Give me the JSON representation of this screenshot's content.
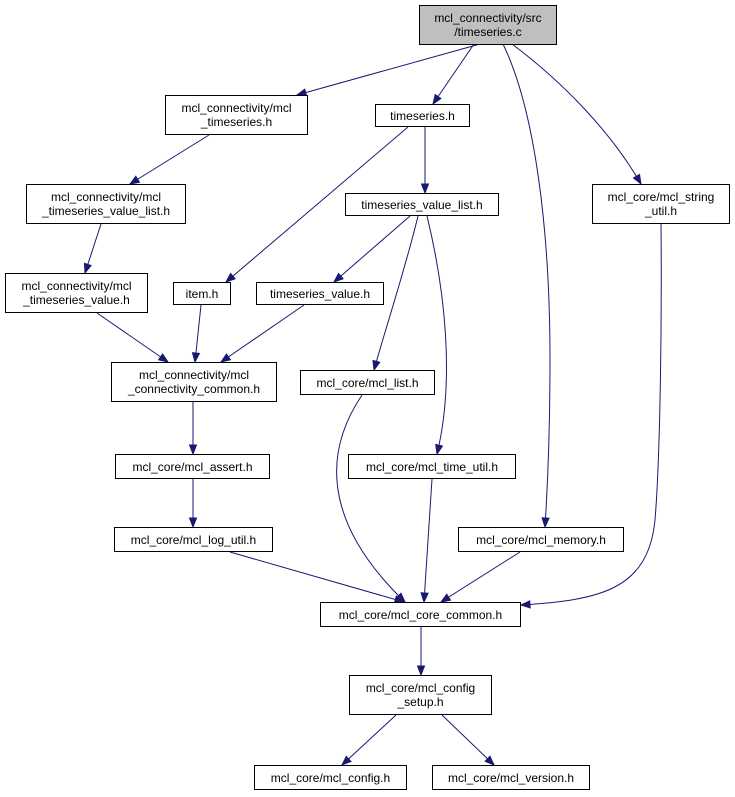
{
  "colors": {
    "edge": "#191970",
    "root_fill": "#bfbfbf",
    "node_fill": "#ffffff",
    "border": "#000000"
  },
  "nodes": {
    "root": {
      "lines": [
        "mcl_connectivity/src",
        "/timeseries.c"
      ]
    },
    "mcl_timeseries": {
      "lines": [
        "mcl_connectivity/mcl",
        "_timeseries.h"
      ]
    },
    "timeseries_h": {
      "lines": [
        "timeseries.h"
      ]
    },
    "mcl_ts_vlist": {
      "lines": [
        "mcl_connectivity/mcl",
        "_timeseries_value_list.h"
      ]
    },
    "ts_value_list": {
      "lines": [
        "timeseries_value_list.h"
      ]
    },
    "string_util": {
      "lines": [
        "mcl_core/mcl_string",
        "_util.h"
      ]
    },
    "mcl_ts_value": {
      "lines": [
        "mcl_connectivity/mcl",
        "_timeseries_value.h"
      ]
    },
    "item": {
      "lines": [
        "item.h"
      ]
    },
    "ts_value": {
      "lines": [
        "timeseries_value.h"
      ]
    },
    "conn_common": {
      "lines": [
        "mcl_connectivity/mcl",
        "_connectivity_common.h"
      ]
    },
    "mcl_list": {
      "lines": [
        "mcl_core/mcl_list.h"
      ]
    },
    "assert": {
      "lines": [
        "mcl_core/mcl_assert.h"
      ]
    },
    "time_util": {
      "lines": [
        "mcl_core/mcl_time_util.h"
      ]
    },
    "log_util": {
      "lines": [
        "mcl_core/mcl_log_util.h"
      ]
    },
    "memory": {
      "lines": [
        "mcl_core/mcl_memory.h"
      ]
    },
    "core_common": {
      "lines": [
        "mcl_core/mcl_core_common.h"
      ]
    },
    "config_setup": {
      "lines": [
        "mcl_core/mcl_config",
        "_setup.h"
      ]
    },
    "config": {
      "lines": [
        "mcl_core/mcl_config.h"
      ]
    },
    "version": {
      "lines": [
        "mcl_core/mcl_version.h"
      ]
    }
  },
  "edges": [
    [
      "root",
      "mcl_timeseries"
    ],
    [
      "root",
      "timeseries_h"
    ],
    [
      "root",
      "memory"
    ],
    [
      "root",
      "string_util"
    ],
    [
      "mcl_timeseries",
      "mcl_ts_vlist"
    ],
    [
      "timeseries_h",
      "ts_value_list"
    ],
    [
      "timeseries_h",
      "item"
    ],
    [
      "mcl_ts_vlist",
      "mcl_ts_value"
    ],
    [
      "ts_value_list",
      "ts_value"
    ],
    [
      "ts_value_list",
      "mcl_list"
    ],
    [
      "ts_value_list",
      "time_util"
    ],
    [
      "mcl_ts_value",
      "conn_common"
    ],
    [
      "item",
      "conn_common"
    ],
    [
      "ts_value",
      "conn_common"
    ],
    [
      "conn_common",
      "assert"
    ],
    [
      "assert",
      "log_util"
    ],
    [
      "log_util",
      "core_common"
    ],
    [
      "mcl_list",
      "core_common"
    ],
    [
      "time_util",
      "core_common"
    ],
    [
      "memory",
      "core_common"
    ],
    [
      "string_util",
      "core_common"
    ],
    [
      "core_common",
      "config_setup"
    ],
    [
      "config_setup",
      "config"
    ],
    [
      "config_setup",
      "version"
    ]
  ]
}
